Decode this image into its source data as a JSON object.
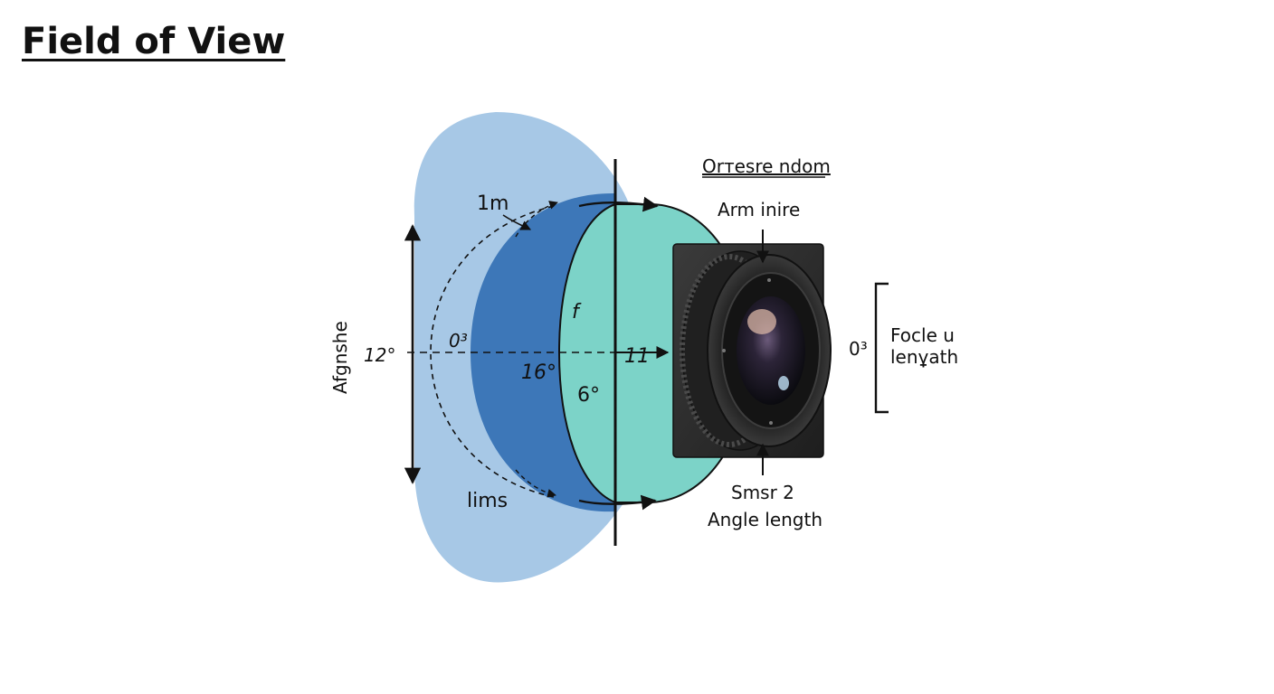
{
  "title": "Field of View",
  "labels": {
    "top_right_heading": "Orтesre ndom",
    "top_lens_label": "Arm inire",
    "bottom_label_line1": "Smsr 2",
    "bottom_label_line2": "Angle length",
    "right_bracket_line1": "Focle u",
    "right_bracket_line2": "lenұath",
    "right_bracket_angle": "0³",
    "left_vertical": "Afgnshe",
    "left_angle": "12°",
    "top_distance": "1m",
    "bottom_distance": "lims",
    "inner_angle": "0³",
    "center_angle": "16°",
    "focal_f": "f",
    "green_angle": "6°",
    "axis_value": "11"
  },
  "colors": {
    "outer_fov": "#a7c8e6",
    "mid_fov": "#3d77b8",
    "inner_fov": "#7cd3c8",
    "camera_body": "#2b2b2b",
    "ink": "#111111"
  }
}
